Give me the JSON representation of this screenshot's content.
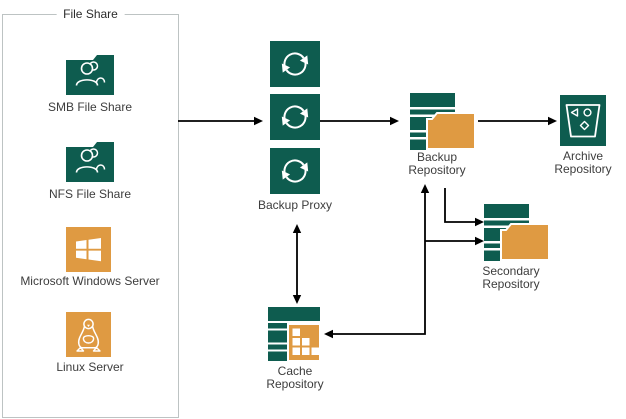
{
  "colors": {
    "teal": "#0e5c4f",
    "orange": "#df9a42",
    "line": "#000000",
    "group_border": "#bdc3c3",
    "text": "#3d3d3d",
    "background": "#ffffff"
  },
  "group": {
    "title": "File Share",
    "items": [
      {
        "id": "smb",
        "label": "SMB File Share",
        "icon": "shared-folder-icon"
      },
      {
        "id": "nfs",
        "label": "NFS File Share",
        "icon": "shared-folder-icon"
      },
      {
        "id": "windows",
        "label": "Microsoft Windows Server",
        "icon": "windows-logo-icon"
      },
      {
        "id": "linux",
        "label": "Linux Server",
        "icon": "linux-tux-icon"
      }
    ]
  },
  "nodes": {
    "backup_proxy": {
      "label": "Backup Proxy",
      "icon": "sync-arrows-icon",
      "icon_count": 3
    },
    "backup_repository": {
      "label": "Backup Repository",
      "icon": "server-folder-icon"
    },
    "archive_repository": {
      "label": "Archive Repository",
      "icon": "archive-bucket-icon"
    },
    "secondary_repository": {
      "label": "Secondary Repository",
      "icon": "server-folder-icon"
    },
    "cache_repository": {
      "label": "Cache Repository",
      "icon": "server-cache-grid-icon"
    }
  },
  "arrows": [
    {
      "from": "file-share-group",
      "to": "backup-proxy",
      "type": "single"
    },
    {
      "from": "backup-proxy",
      "to": "backup-repository",
      "type": "single"
    },
    {
      "from": "backup-repository",
      "to": "archive-repository",
      "type": "single"
    },
    {
      "from": "backup-repository",
      "to": "secondary-repository",
      "type": "elbow"
    },
    {
      "between": [
        "backup-proxy",
        "cache-repository"
      ],
      "type": "double-headed-vertical"
    },
    {
      "junction": [
        "backup-repository",
        "secondary-repository",
        "cache-repository"
      ],
      "type": "multi-point connector with arrowheads at all three ends"
    }
  ]
}
